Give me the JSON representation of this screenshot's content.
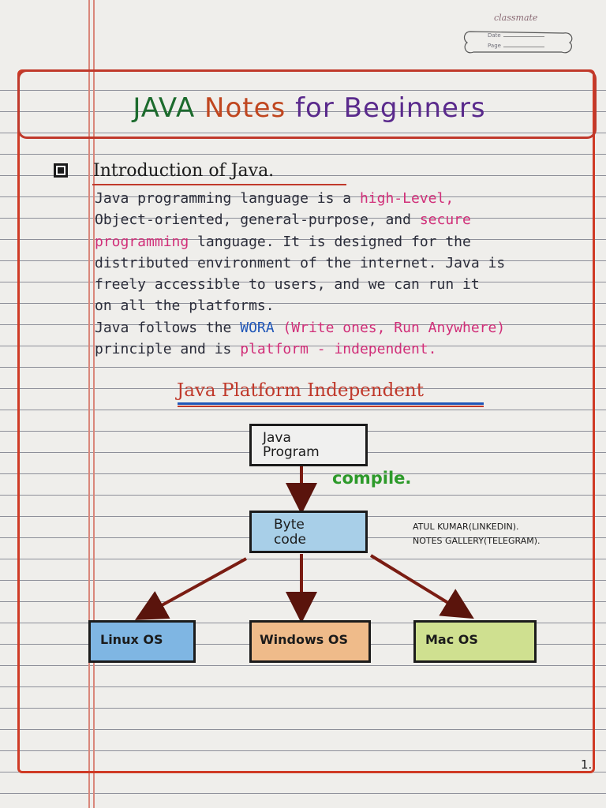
{
  "brand": {
    "name": "classmate",
    "date_label": "Date",
    "page_label": "Page"
  },
  "title": {
    "part1": "JAVA",
    "part2": "Notes",
    "part3": "for Beginners"
  },
  "intro": {
    "heading": "Introduction of Java.",
    "lines": [
      [
        {
          "t": "Java programming language is a "
        },
        {
          "t": "high-Level,",
          "c": "pink"
        }
      ],
      [
        {
          "t": "Object-oriented, general-purpose, and "
        },
        {
          "t": "secure",
          "c": "pink"
        }
      ],
      [
        {
          "t": "programming",
          "c": "pink"
        },
        {
          "t": " language. It is designed for the"
        }
      ],
      [
        {
          "t": "distributed environment of the internet. Java is"
        }
      ],
      [
        {
          "t": "freely accessible to users, and we can run it"
        }
      ],
      [
        {
          "t": "on all the platforms."
        }
      ],
      [
        {
          "t": "Java follows the "
        },
        {
          "t": "WORA",
          "c": "blue"
        },
        {
          "t": " (Write ones, Run Anywhere)",
          "c": "pink"
        }
      ],
      [
        {
          "t": "principle and is "
        },
        {
          "t": "platform - independent.",
          "c": "pink"
        }
      ]
    ]
  },
  "diagram": {
    "heading": "Java Platform Independent",
    "program_line1": "Java",
    "program_line2": "Program",
    "compile_label": "compile.",
    "bytecode_line1": "Byte",
    "bytecode_line2": "code",
    "targets": [
      "Linux OS",
      "Windows OS",
      "Mac OS"
    ]
  },
  "credit": {
    "line1": "ATUL KUMAR(LINKEDIN).",
    "line2": "NOTES GALLERY(TELEGRAM)."
  },
  "page_number": "1.",
  "colors": {
    "margin_red": "#cf3a25",
    "title_green": "#1c6b2d",
    "title_orange": "#c0461f",
    "title_purple": "#5a2a8c",
    "pink": "#d12f79",
    "blue": "#1f56b8",
    "compile_green": "#2d9a2a",
    "arrow_brown": "#7a1c12"
  }
}
